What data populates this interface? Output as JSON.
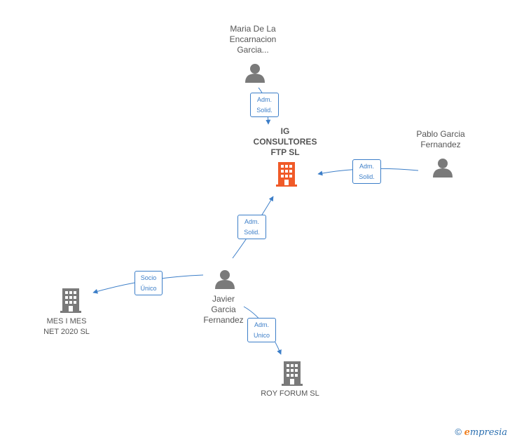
{
  "nodes": {
    "ig": {
      "lines": [
        "IG",
        "CONSULTORES",
        "FTP SL"
      ],
      "type": "company-main"
    },
    "maria": {
      "lines": [
        "Maria De La",
        "Encarnacion",
        "Garcia..."
      ],
      "type": "person"
    },
    "pablo": {
      "lines": [
        "Pablo Garcia",
        "Fernandez"
      ],
      "type": "person"
    },
    "javier": {
      "lines": [
        "Javier",
        "Garcia",
        "Fernandez"
      ],
      "type": "person"
    },
    "mesimes": {
      "lines": [
        "MES I MES",
        "NET 2020 SL"
      ],
      "type": "company"
    },
    "royforum": {
      "lines": [
        "ROY FORUM SL"
      ],
      "type": "company"
    }
  },
  "edges": {
    "maria_ig": {
      "lines": [
        "Adm.",
        "Solid."
      ]
    },
    "pablo_ig": {
      "lines": [
        "Adm.",
        "Solid."
      ]
    },
    "javier_ig": {
      "lines": [
        "Adm.",
        "Solid."
      ]
    },
    "javier_mesimes": {
      "lines": [
        "Socio",
        "Único"
      ]
    },
    "javier_roy": {
      "lines": [
        "Adm.",
        "Unico"
      ]
    }
  },
  "colors": {
    "edge": "#3c7ec8",
    "person_icon": "#7a7a7a",
    "company_icon": "#7a7a7a",
    "main_company_icon": "#f05a28"
  },
  "footer": {
    "copyright": "©",
    "brand_initial": "e",
    "brand_rest": "mpresia"
  }
}
